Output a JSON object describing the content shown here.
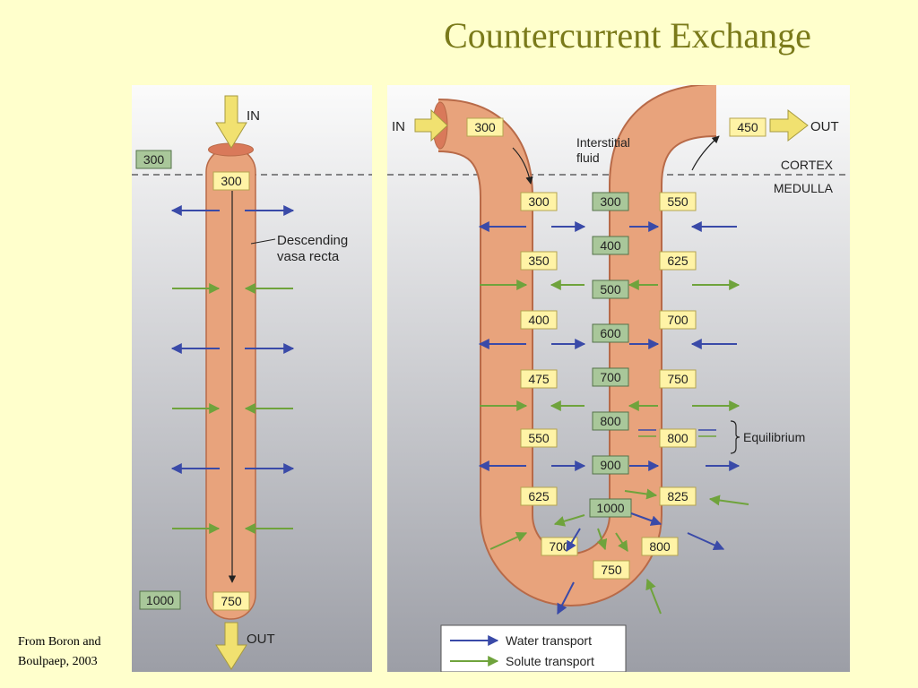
{
  "title": "Countercurrent Exchange",
  "citation": [
    "From Boron and",
    "Boulpaep, 2003"
  ],
  "colors": {
    "background": "#ffffcc",
    "title": "#7a7a1a",
    "tube": "#e8a37c",
    "tube_edge": "#b86a48",
    "arrow_in_out": "#f1e170",
    "water_arrow": "#3a4aa8",
    "solute_arrow": "#6fa33c",
    "interstitial_box": "#a9c79a",
    "tube_box": "#fff3a6"
  },
  "left_panel": {
    "in_label": "IN",
    "out_label": "OUT",
    "interstitial_top": "300",
    "interstitial_bottom": "1000",
    "tube_values": [
      "300",
      "750"
    ],
    "vessel_label": [
      "Descending",
      "vasa recta"
    ]
  },
  "right_panel": {
    "in_label": "IN",
    "out_label": "OUT",
    "interstitial_label": [
      "Interstitial",
      "fluid"
    ],
    "cortex_label": "CORTEX",
    "medulla_label": "MEDULLA",
    "descending_values": [
      "300",
      "300",
      "350",
      "400",
      "475",
      "550",
      "625",
      "700"
    ],
    "bottom_value": "750",
    "ascending_values": [
      "800",
      "825",
      "800",
      "750",
      "700",
      "625",
      "550",
      "450"
    ],
    "interstitial_values": [
      "300",
      "400",
      "500",
      "600",
      "700",
      "800",
      "900",
      "1000"
    ],
    "equilibrium_label": "Equilibrium"
  },
  "legend": {
    "water": "Water transport",
    "solute": "Solute transport"
  }
}
